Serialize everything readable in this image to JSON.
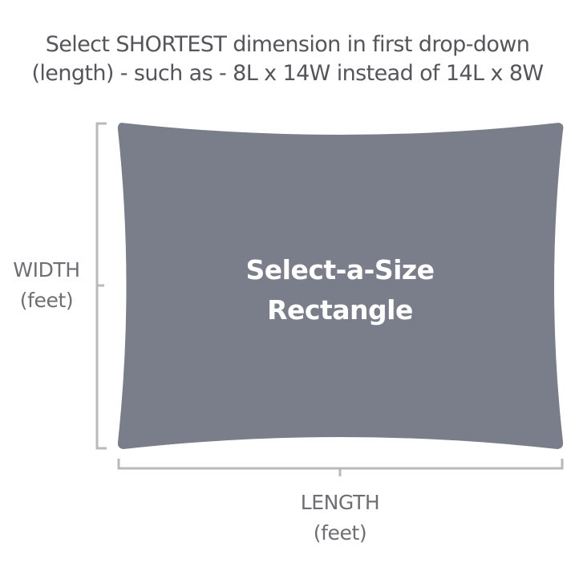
{
  "instructions": {
    "line1": "Select SHORTEST dimension in first drop-down",
    "line2": "(length) - such as - 8L x 14W instead of 14L x 8W"
  },
  "shape": {
    "name_line1": "Select-a-Size",
    "name_line2": "Rectangle",
    "fill_color": "#7a7d8a"
  },
  "width_dimension": {
    "label": "WIDTH",
    "unit": "(feet)"
  },
  "length_dimension": {
    "label": "LENGTH",
    "unit": "(feet)"
  },
  "colors": {
    "dimension_line": "#b9b9be",
    "label_text": "#6e6e74",
    "heading_text": "#55555c"
  }
}
